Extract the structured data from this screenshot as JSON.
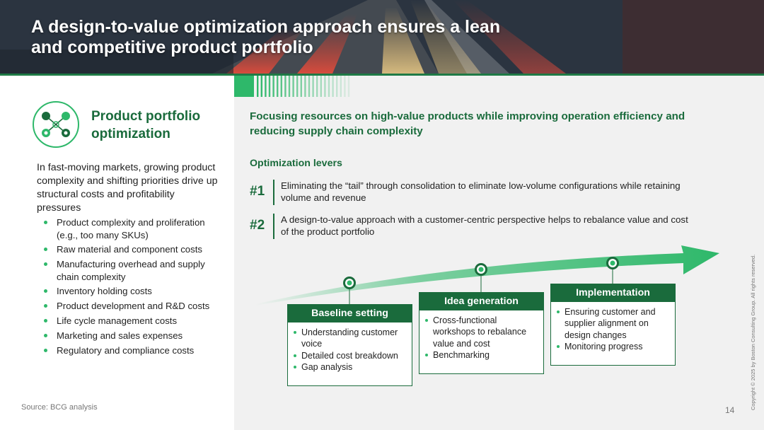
{
  "header": {
    "title": "A design-to-value optimization approach ensures a lean and competitive product portfolio"
  },
  "left": {
    "section_title": "Product portfolio optimization",
    "intro": "In fast-moving markets, growing product complexity and shifting priorities drive up structural costs and profitability pressures",
    "bullets": [
      "Product complexity and proliferation (e.g., too many SKUs)",
      "Raw material and component costs",
      "Manufacturing overhead and supply chain complexity",
      "Inventory holding costs",
      "Product development and R&D costs",
      "Life cycle management costs",
      "Marketing and sales expenses",
      "Regulatory and compliance costs"
    ],
    "source": "Source: BCG analysis"
  },
  "right": {
    "headline": "Focusing resources on high-value products while improving operation efficiency and reducing supply chain complexity",
    "levers_title": "Optimization levers",
    "levers": [
      {
        "num": "#1",
        "text": "Eliminating the “tail” through consolidation to eliminate low-volume configurations while retaining volume and revenue"
      },
      {
        "num": "#2",
        "text": "A design-to-value approach with a customer-centric perspective helps to rebalance value and cost of the product portfolio"
      }
    ],
    "phases": [
      {
        "title": "Baseline setting",
        "bullets": [
          "Understanding customer voice",
          "Detailed cost breakdown",
          "Gap analysis"
        ]
      },
      {
        "title": "Idea generation",
        "bullets": [
          "Cross-functional workshops to rebalance value and cost",
          "Benchmarking"
        ]
      },
      {
        "title": "Implementation",
        "bullets": [
          "Ensuring customer and supplier alignment on design changes",
          "Monitoring progress"
        ]
      }
    ]
  },
  "footer": {
    "page_number": "14",
    "copyright": "Copyright © 2025 by Boston Consulting Group. All rights reserved."
  },
  "colors": {
    "brand_green": "#1a6b3c",
    "accent_green": "#2eb86a",
    "panel_gray": "#f1f1f1"
  },
  "icons": {
    "section": "product-portfolio-icon"
  }
}
